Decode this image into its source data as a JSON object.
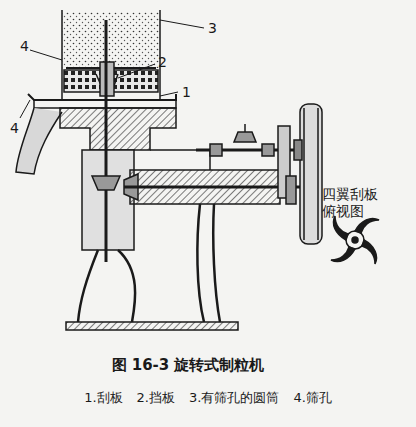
{
  "diagram": {
    "caption": "图 16-3 旋转式制粒机",
    "labels": [
      "3",
      "4",
      "2",
      "1",
      "4",
      "四翼刮板 俯视图",
      "1.刮板",
      "2.挡板",
      "3.有筛孔的圆筒",
      "4.筛孔"
    ]
  }
}
